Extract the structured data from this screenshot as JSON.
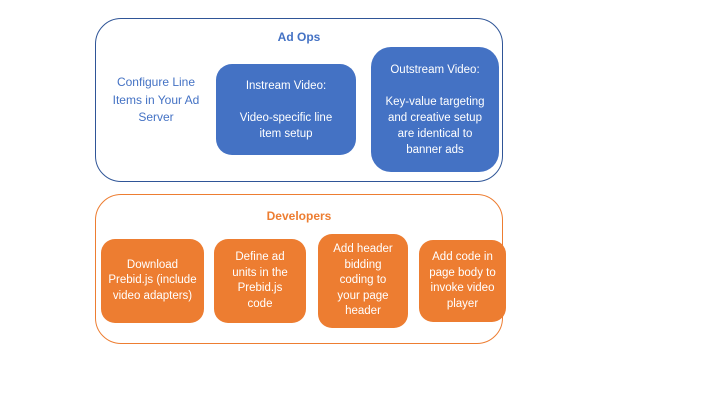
{
  "colors": {
    "blue_fill": "#4472C4",
    "blue_border": "#2F5597",
    "blue_text": "#4472C4",
    "orange": "#ED7D31",
    "box_text": "#FFFFFF",
    "background": "#FFFFFF"
  },
  "ad_ops": {
    "title": "Ad Ops",
    "side_label": "Configure Line Items in Your Ad Server",
    "boxes": [
      {
        "heading": "Instream Video:",
        "body": "Video-specific line item setup"
      },
      {
        "heading": "Outstream Video:",
        "body": "Key-value targeting and creative setup are identical to banner ads"
      }
    ]
  },
  "developers": {
    "title": "Developers",
    "steps": [
      "Download Prebid.js (include video adapters)",
      "Define ad units in the Prebid.js code",
      "Add header bidding coding to your page header",
      "Add code in page body to invoke video player"
    ]
  }
}
